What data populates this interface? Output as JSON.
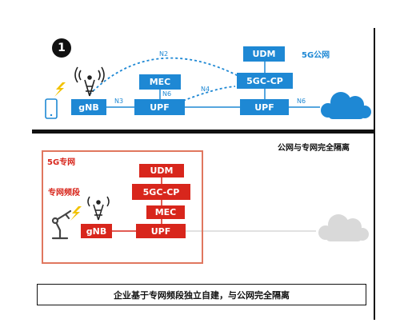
{
  "step_number": "1",
  "public_section": {
    "title": "5G公网",
    "nodes": {
      "udm": "UDM",
      "cp": "5GC-CP",
      "mec": "MEC",
      "upf1": "UPF",
      "upf2": "UPF",
      "gnb": "gNB"
    },
    "interfaces": {
      "n2": "N2",
      "n3": "N3",
      "n4": "N4",
      "n6_mec": "N6",
      "n6_out": "N6"
    }
  },
  "divider_caption": "公网与专网完全隔离",
  "private_section": {
    "title": "5G专网",
    "spectrum_label": "专网频段",
    "nodes": {
      "udm": "UDM",
      "cp": "5GC-CP",
      "mec": "MEC",
      "upf": "UPF",
      "gnb": "gNB"
    }
  },
  "bottom_caption": "企业基于专网频段独立自建，与公网完全隔离",
  "colors": {
    "public_blue": "#1e88d4",
    "private_red": "#d8261c",
    "frame_red": "#e0775f",
    "cloud_gray": "#d9d9d9"
  }
}
